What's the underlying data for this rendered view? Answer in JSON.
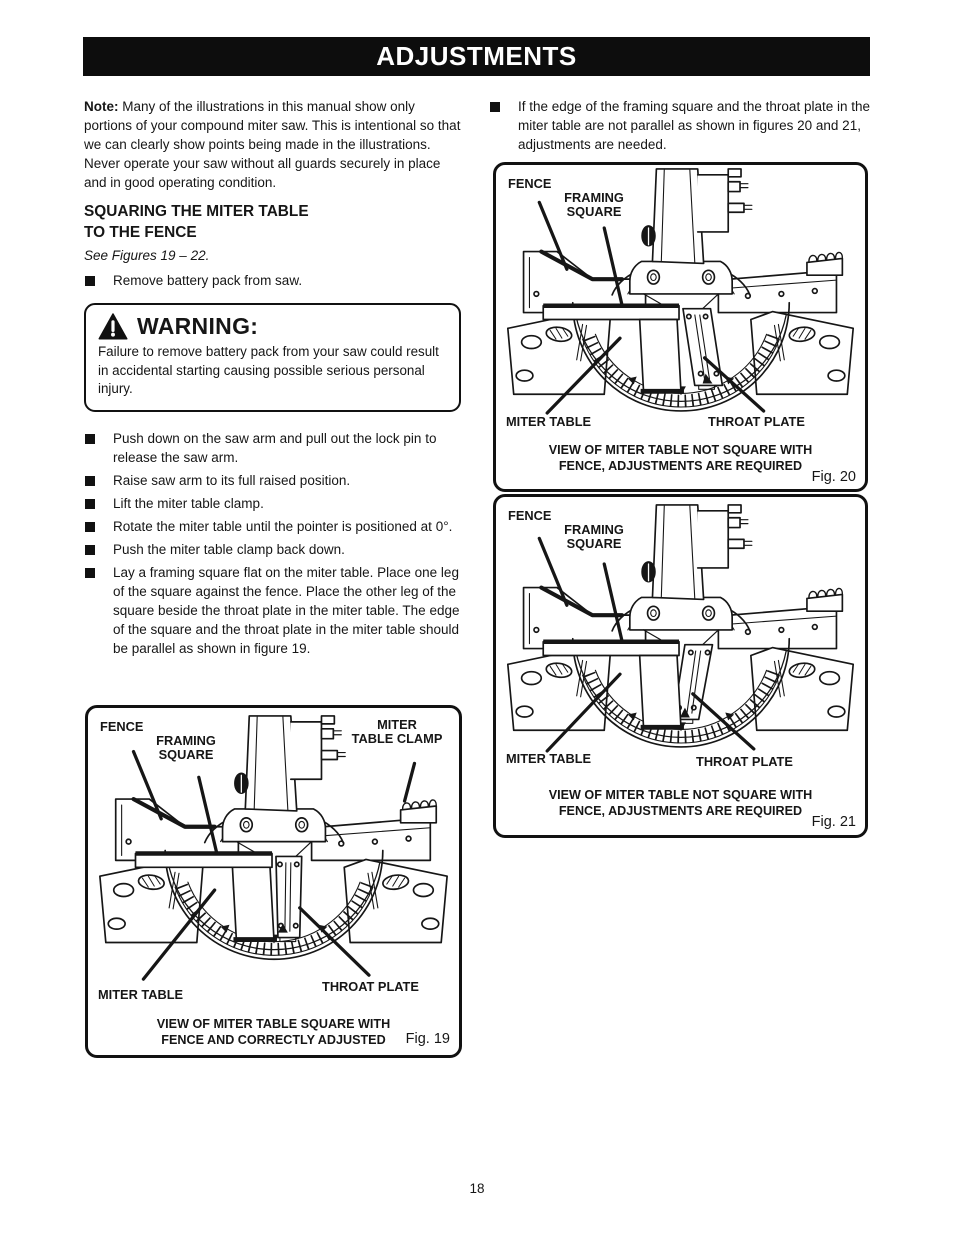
{
  "header": {
    "title": "ADJUSTMENTS"
  },
  "page": {
    "number": "18"
  },
  "note": {
    "label": "Note:",
    "text": " Many of the illustrations in this manual show only portions of your compound miter saw. This is intentional so that we can clearly show points being made in the illustrations. Never operate your saw without all guards securely in place and in good operating condition."
  },
  "section": {
    "heading_line1": "SQUARING THE MITER TABLE",
    "heading_line2": "TO THE FENCE",
    "see": "See Figures 19 – 22."
  },
  "bullets_intro": [
    "Remove battery pack from saw."
  ],
  "warning": {
    "title": "WARNING:",
    "body": "Failure to remove battery pack from your saw could result in accidental starting causing possible serious personal injury."
  },
  "steps": [
    "Push down on the saw arm and pull out the lock pin to release the saw arm.",
    "Raise saw arm to its full raised position.",
    "Lift the miter table clamp.",
    "Rotate the miter table until the pointer is positioned at 0°.",
    "Push the miter table clamp back down.",
    "Lay a framing square flat on the miter table. Place one leg of the square against the fence. Place the other leg of the square beside the throat plate in the miter table. The edge of the square and the throat plate in the miter table should be parallel as shown in figure 19."
  ],
  "right_note": "If the edge of the framing square and the throat plate in the miter table are not parallel as shown in figures 20 and 21, adjustments are needed.",
  "figures": {
    "fig19": {
      "fence": "FENCE",
      "framing_line1": "FRAMING",
      "framing_line2": "SQUARE",
      "clamp_line1": "MITER",
      "clamp_line2": "TABLE CLAMP",
      "miter_table": "MITER TABLE",
      "throat_plate": "THROAT PLATE",
      "caption_line1": "VIEW OF MITER TABLE SQUARE WITH",
      "caption_line2": "FENCE AND CORRECTLY ADJUSTED",
      "fig_label": "Fig. 19"
    },
    "fig20": {
      "fence": "FENCE",
      "framing_line1": "FRAMING",
      "framing_line2": "SQUARE",
      "miter_table": "MITER TABLE",
      "throat_plate": "THROAT PLATE",
      "caption_line1": "VIEW OF MITER TABLE NOT SQUARE WITH",
      "caption_line2": "FENCE, ADJUSTMENTS ARE REQUIRED",
      "fig_label": "Fig. 20"
    },
    "fig21": {
      "fence": "FENCE",
      "framing_line1": "FRAMING",
      "framing_line2": "SQUARE",
      "miter_table": "MITER TABLE",
      "throat_plate": "THROAT PLATE",
      "caption_line1": "VIEW OF MITER TABLE NOT SQUARE WITH",
      "caption_line2": "FENCE, ADJUSTMENTS ARE REQUIRED",
      "fig_label": "Fig. 21"
    }
  }
}
